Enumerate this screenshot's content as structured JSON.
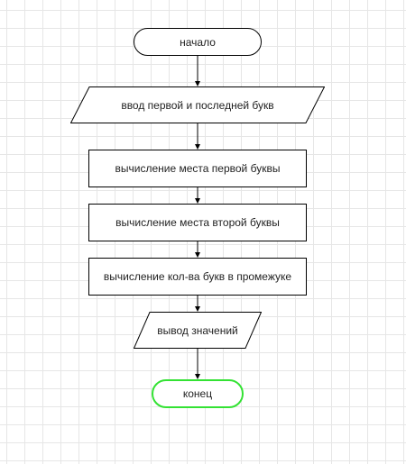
{
  "flowchart": {
    "nodes": [
      {
        "id": "start",
        "shape": "terminal",
        "label": "начало"
      },
      {
        "id": "input",
        "shape": "parallelogram",
        "label": "ввод первой и последней букв"
      },
      {
        "id": "calc-first",
        "shape": "process",
        "label": "вычисление места первой буквы"
      },
      {
        "id": "calc-second",
        "shape": "process",
        "label": "вычисление места второй буквы"
      },
      {
        "id": "calc-count",
        "shape": "process",
        "label": "вычисление кол-ва букв в промежуке"
      },
      {
        "id": "output",
        "shape": "parallelogram",
        "label": "вывод значений"
      },
      {
        "id": "end",
        "shape": "terminal",
        "label": "конец"
      }
    ],
    "edges": [
      {
        "from": "start",
        "to": "input"
      },
      {
        "from": "input",
        "to": "calc-first"
      },
      {
        "from": "calc-first",
        "to": "calc-second"
      },
      {
        "from": "calc-second",
        "to": "calc-count"
      },
      {
        "from": "calc-count",
        "to": "output"
      },
      {
        "from": "output",
        "to": "end"
      }
    ]
  },
  "colors": {
    "stroke": "#000000",
    "fill": "#ffffff",
    "grid": "#e6e6e6",
    "end_border": "#33e233",
    "text": "#222222"
  }
}
